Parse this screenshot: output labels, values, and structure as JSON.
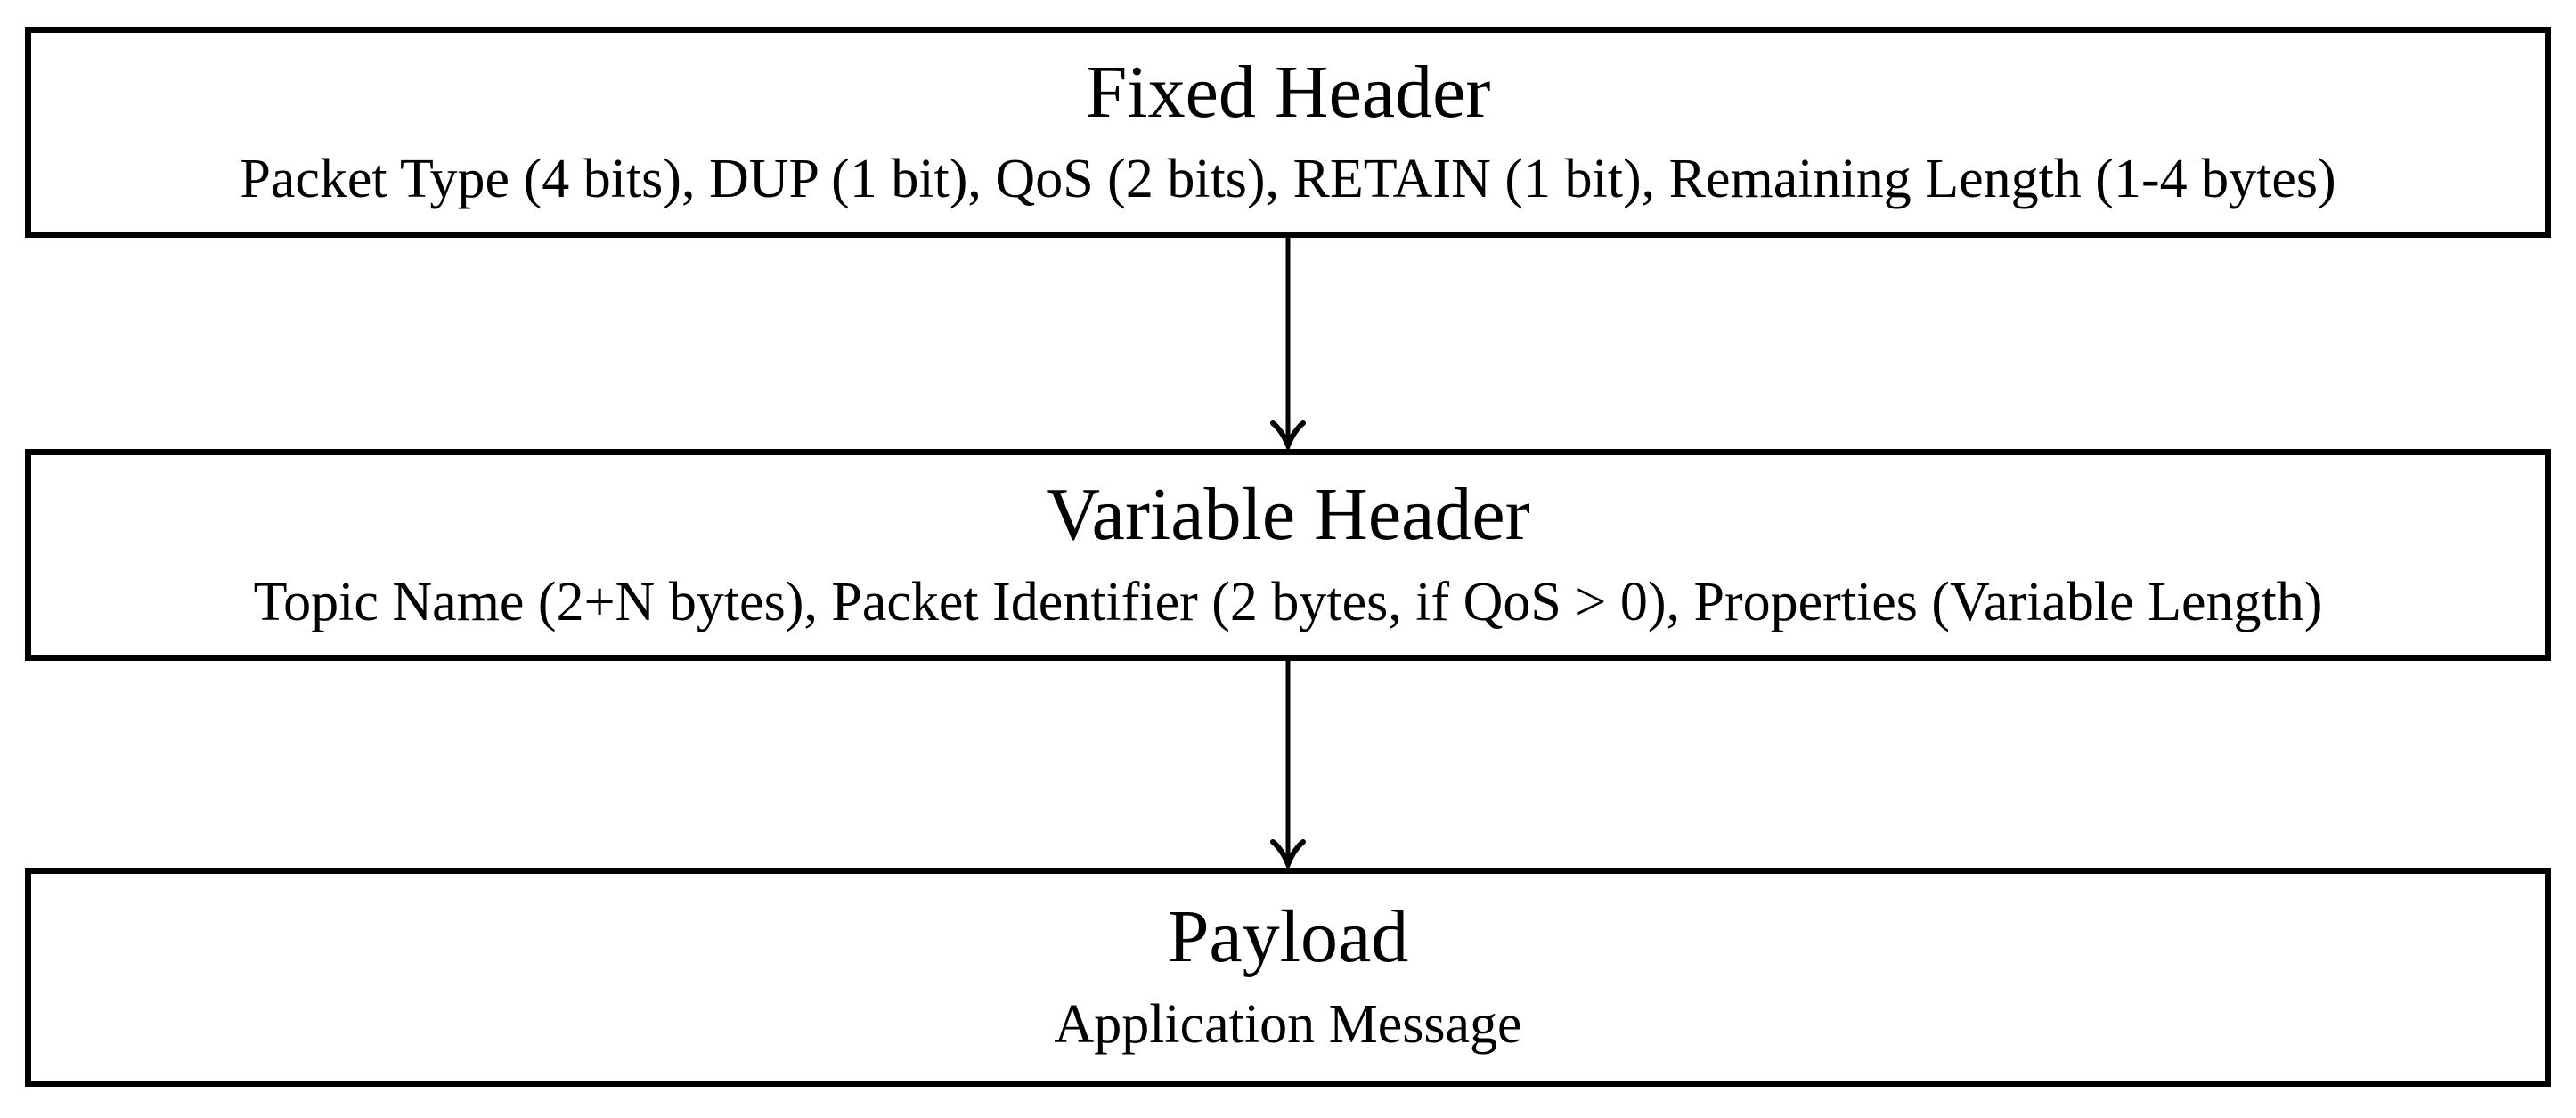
{
  "diagram": {
    "background_color": "#ffffff",
    "border_color": "#000000",
    "text_color": "#000000",
    "boxes": [
      {
        "id": "fixed-header",
        "title": "Fixed Header",
        "subtitle": "Packet Type (4 bits), DUP (1 bit), QoS (2 bits), RETAIN (1 bit), Remaining Length (1-4 bytes)"
      },
      {
        "id": "variable-header",
        "title": "Variable Header",
        "subtitle": "Topic Name (2+N bytes), Packet Identifier (2 bytes, if QoS > 0), Properties (Variable Length)"
      },
      {
        "id": "payload",
        "title": "Payload",
        "subtitle": "Application Message"
      }
    ],
    "connectors": [
      {
        "from": "fixed-header",
        "to": "variable-header",
        "direction": "down"
      },
      {
        "from": "variable-header",
        "to": "payload",
        "direction": "down"
      }
    ]
  }
}
